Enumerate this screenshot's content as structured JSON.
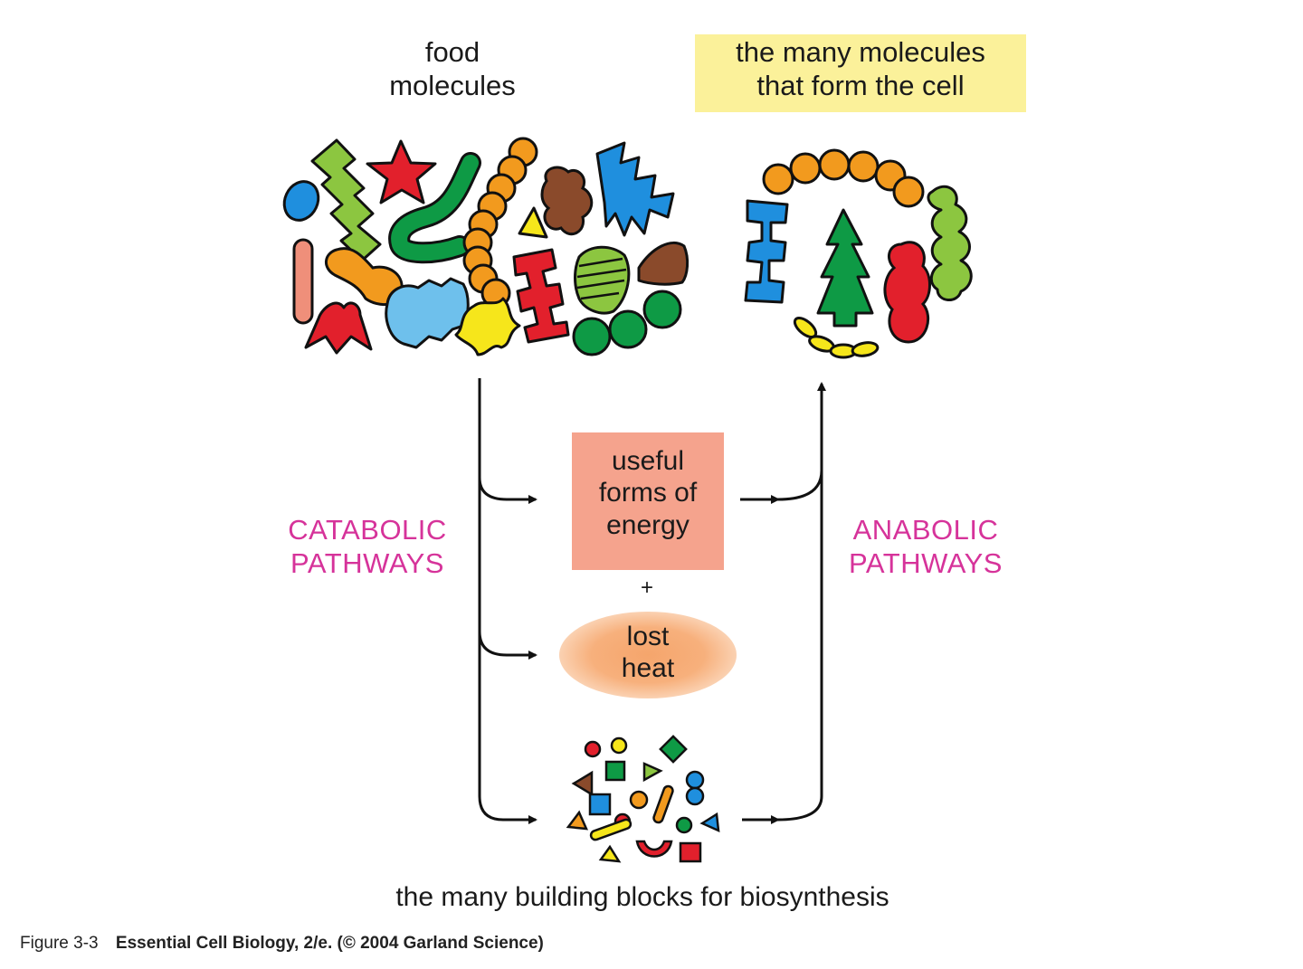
{
  "labels": {
    "food_molecules": [
      "food",
      "molecules"
    ],
    "cell_molecules": [
      "the many molecules",
      "that form the cell"
    ],
    "catabolic": [
      "CATABOLIC",
      "PATHWAYS"
    ],
    "anabolic": [
      "ANABOLIC",
      "PATHWAYS"
    ],
    "energy": [
      "useful",
      "forms of",
      "energy"
    ],
    "plus": "+",
    "heat": [
      "lost",
      "heat"
    ],
    "building_blocks": "the many building blocks for biosynthesis"
  },
  "caption": {
    "figure": "Figure 3-3",
    "book": "Essential Cell Biology, 2/e. (© 2004 Garland Science)"
  },
  "colors": {
    "highlight": "#fbf19a",
    "pathway_text": "#d6339a",
    "energy_box": "#f5a38d",
    "heat_glow": "#f5a56c",
    "blue": "#1f8fde",
    "green": "#8cc640",
    "red": "#e2202c",
    "orange": "#f29a1e",
    "brown": "#8a4a2b",
    "dark_green": "#0e9a45",
    "yellow": "#f6e61b",
    "pink": "#ef8f7a"
  }
}
